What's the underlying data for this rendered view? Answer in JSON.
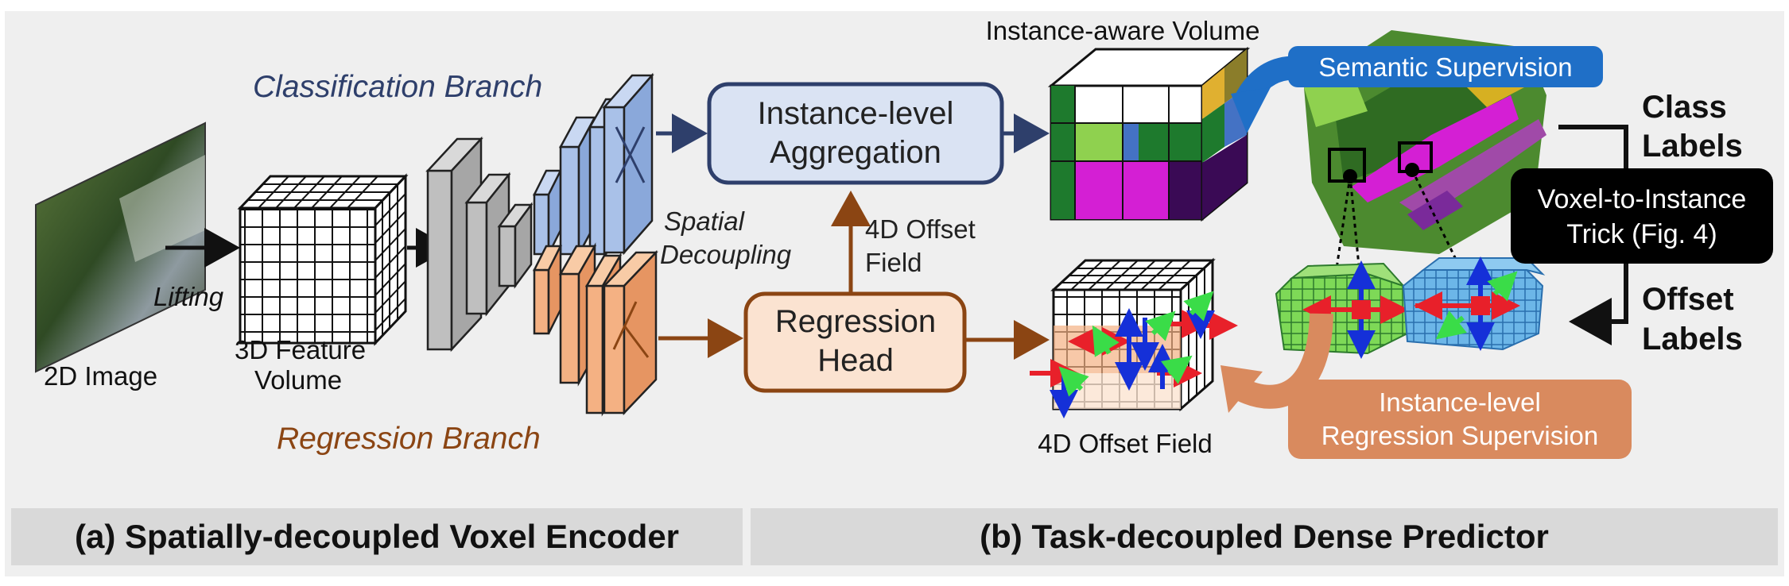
{
  "labels": {
    "image_2d": "2D Image",
    "lifting": "Lifting",
    "feature_volume_line1": "3D Feature",
    "feature_volume_line2": "Volume",
    "classification_branch": "Classification Branch",
    "regression_branch": "Regression Branch",
    "spatial_line1": "Spatial",
    "spatial_line2": "Decoupling",
    "aggregation_line1": "Instance-level",
    "aggregation_line2": "Aggregation",
    "offset_arrow_line1": "4D Offset",
    "offset_arrow_line2": "Field",
    "regression_head_line1": "Regression",
    "regression_head_line2": "Head",
    "instance_volume": "Instance-aware Volume",
    "offset_field": "4D Offset Field",
    "semantic_supervision": "Semantic Supervision",
    "class_labels_line1": "Class",
    "class_labels_line2": "Labels",
    "trick_line1": "Voxel-to-Instance",
    "trick_line2": "Trick (Fig. 4)",
    "offset_labels_line1": "Offset",
    "offset_labels_line2": "Labels",
    "regression_supervision_line1": "Instance-level",
    "regression_supervision_line2": "Regression Supervision",
    "caption_a": "(a) Spatially-decoupled Voxel Encoder",
    "caption_b": "(b) Task-decoupled Dense Predictor"
  },
  "colors": {
    "classification": "#2e3f6b",
    "regression": "#8b4513",
    "blue_block": "#a9c1e8",
    "orange_block": "#f4b183",
    "semantic_badge": "#1f6fc7",
    "regression_badge": "#d98a5e",
    "panel_bg": "#efefef",
    "caption_bg": "#d9d9d9"
  }
}
